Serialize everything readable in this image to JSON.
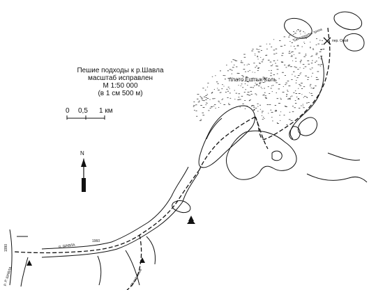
{
  "title": {
    "line1": "Пешие подходы к р.Шавла",
    "line2": "масштаб исправлен",
    "line3": "М 1:50 000",
    "line4": "(в 1 см 500 м)"
  },
  "scale": {
    "tick0": "0",
    "tick1": "0,5",
    "tick2": "1 км"
  },
  "north": "N",
  "labels": {
    "plateau": "плато Ештык-Коль",
    "trail": "Скотопрогон тропа",
    "pass": "пер. Орой",
    "river_shavla": "р. ШАВЛА",
    "river_shavla_left": "р. Р. ШАВЛА",
    "elev_1990": "1990",
    "elev_1960": "1960",
    "mkh": "Мыштыгоме"
  },
  "colors": {
    "line": "#111111",
    "paper": "#ffffff"
  }
}
